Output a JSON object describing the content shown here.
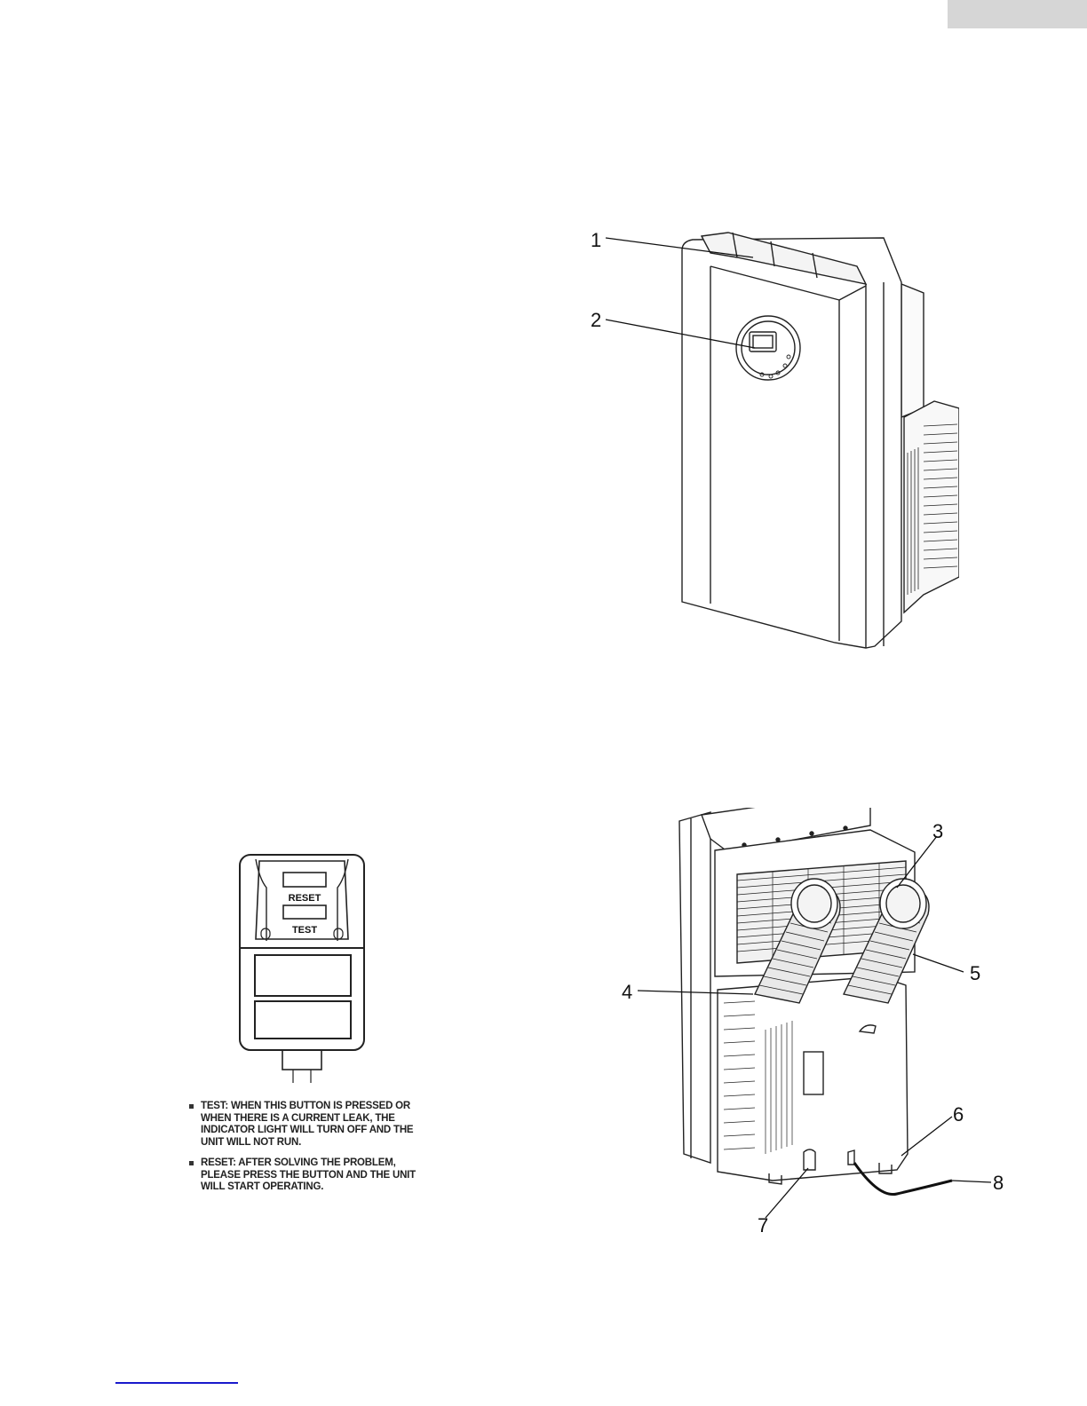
{
  "front_view": {
    "callouts": [
      "1",
      "2"
    ]
  },
  "rear_view": {
    "callouts": [
      "3",
      "4",
      "5",
      "6",
      "7",
      "8"
    ]
  },
  "plug": {
    "reset_label": "RESET",
    "test_label": "TEST"
  },
  "notes": [
    {
      "text": "TEST: WHEN THIS BUTTON IS PRESSED OR WHEN THERE IS A CURRENT LEAK, THE INDICATOR LIGHT WILL TURN OFF AND THE UNIT WILL NOT RUN."
    },
    {
      "text": "RESET: AFTER SOLVING THE PROBLEM, PLEASE PRESS THE BUTTON AND THE UNIT WILL START OPERATING."
    }
  ]
}
